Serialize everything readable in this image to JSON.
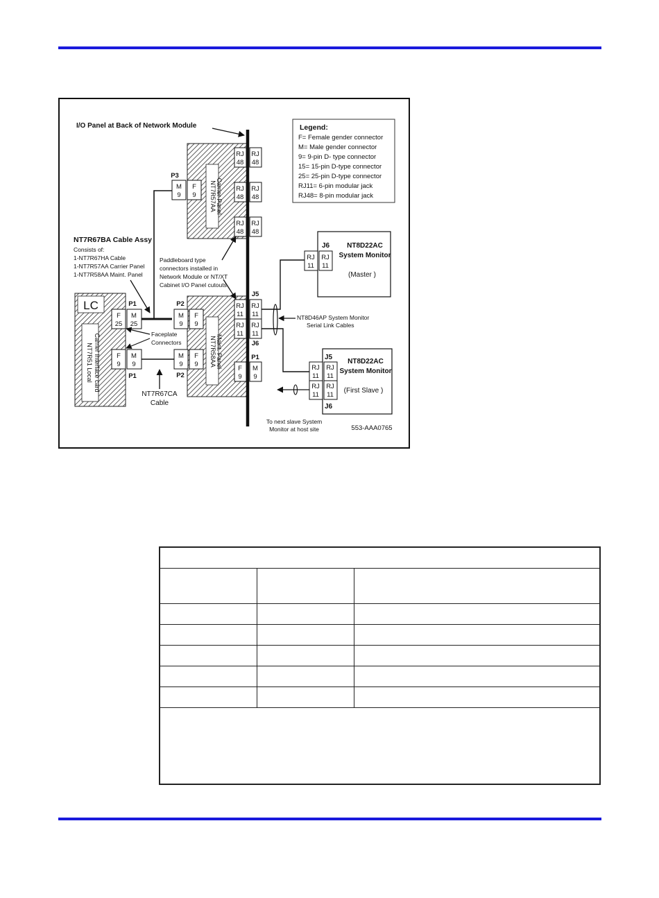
{
  "diagram": {
    "io_panel_label": "I/O Panel at Back of Network Module",
    "legend": {
      "title": "Legend:",
      "items": [
        "F= Female gender connector",
        "M= Male gender connector",
        "9= 9-pin D- type connector",
        "15= 15-pin D-type connector",
        "25= 25-pin D-type connector",
        "RJ11= 6-pin modular jack",
        "RJ48= 8-pin modular jack"
      ]
    },
    "cable_assy": {
      "title": "NT7R67BA Cable Assy",
      "lines": [
        "Consists of:",
        "1-NT7R67HA Cable",
        "1-NT7R57AA Carrier Panel",
        "1-NT7R58AA Maint. Panel"
      ]
    },
    "carrier_panel": {
      "line1": "NT7R57AA",
      "line2": "Carrier Panel"
    },
    "maint_panel": {
      "line1": "NT7R58AA",
      "line2": "Maint. Panel"
    },
    "lc_card": {
      "badge": "LC",
      "line1": "NT7R51 Local",
      "line2": "Carrier Interface card"
    },
    "paddleboard_note": [
      "Paddleboard type",
      "connectors installed in",
      "Network Module or NT/XT",
      "Cabinet I/O Panel cutouts"
    ],
    "faceplate_note": [
      "Faceplate",
      "Connectors"
    ],
    "ca_cable": [
      "NT7R67CA",
      "Cable"
    ],
    "link_cables": [
      "NT8D46AP System Monitor",
      "Serial Link Cables"
    ],
    "master": {
      "title1": "NT8D22AC",
      "title2": "System Monitor",
      "role": "(Master )"
    },
    "slave": {
      "title1": "NT8D22AC",
      "title2": "System Monitor",
      "role": "(First Slave )"
    },
    "next_slave": [
      "To next slave System",
      "Monitor at host site"
    ],
    "figure_id": "553-AAA0765",
    "labels": {
      "p1": "P1",
      "p2": "P2",
      "p3": "P3",
      "j5": "J5",
      "j6": "J6"
    },
    "conn": {
      "rj": "RJ",
      "n48": "48",
      "n11": "11",
      "f": "F",
      "m": "M",
      "n9": "9",
      "n25": "25"
    }
  }
}
